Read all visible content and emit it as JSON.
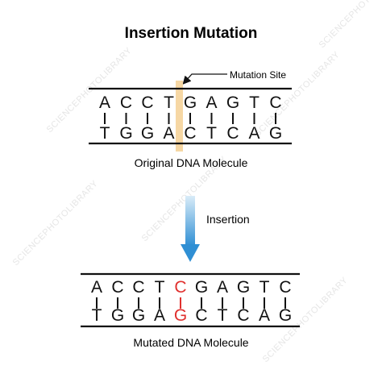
{
  "title": "Insertion Mutation",
  "mutation_site_label": "Mutation Site",
  "arrow_label": "Insertion",
  "watermark": "SCIENCEPHOTOLIBRARY",
  "colors": {
    "text": "#111111",
    "mutation_highlight": "#f6d7a4",
    "inserted_base": "#e0302e",
    "arrow_top": "#d9ecf8",
    "arrow_bottom": "#2f8fd4"
  },
  "original": {
    "caption": "Original DNA Molecule",
    "top": [
      "A",
      "C",
      "C",
      "T",
      "G",
      "A",
      "G",
      "T",
      "C"
    ],
    "bottom": [
      "T",
      "G",
      "G",
      "A",
      "C",
      "T",
      "C",
      "A",
      "G"
    ]
  },
  "mutated": {
    "caption": "Mutated DNA Molecule",
    "top": [
      "A",
      "C",
      "C",
      "T",
      "C",
      "G",
      "A",
      "G",
      "T",
      "C"
    ],
    "bottom": [
      "T",
      "G",
      "G",
      "A",
      "G",
      "C",
      "T",
      "C",
      "A",
      "G"
    ],
    "inserted_index": 4
  }
}
